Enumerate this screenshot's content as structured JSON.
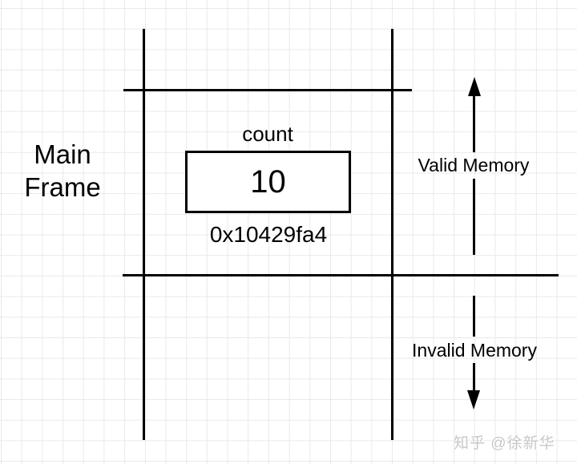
{
  "diagram": {
    "frame_label": "Main Frame",
    "variable": {
      "name": "count",
      "value": "10",
      "address": "0x10429fa4"
    },
    "regions": {
      "valid_label": "Valid Memory",
      "invalid_label": "Invalid Memory"
    },
    "watermark": "知乎 @徐新华"
  },
  "colors": {
    "line": "#000000",
    "grid": "#e9e9e9",
    "background": "#ffffff",
    "watermark": "#c8c8c8"
  }
}
